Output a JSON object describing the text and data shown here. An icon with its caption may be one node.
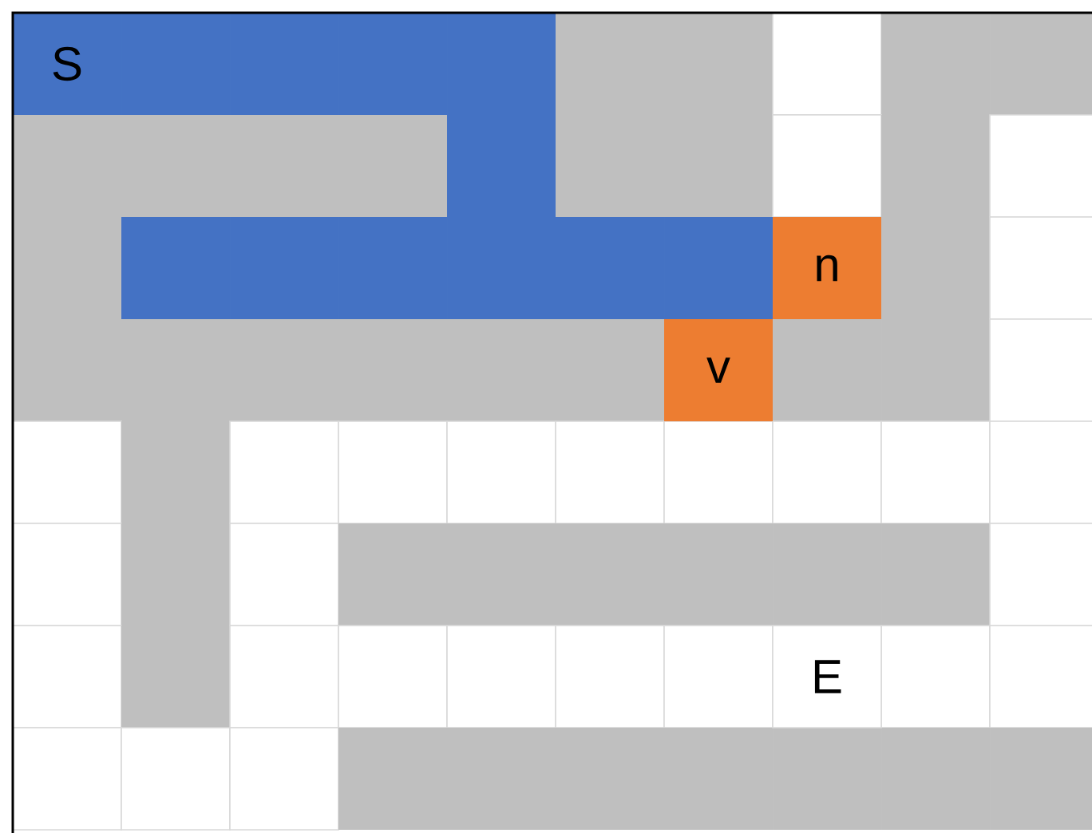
{
  "diagram": {
    "nodes": [
      {
        "text": [
          "S"
        ]
      },
      {
        "text": [
          "n"
        ]
      },
      {
        "text": [
          "v"
        ]
      },
      {
        "text": [
          "E"
        ]
      }
    ]
  }
}
